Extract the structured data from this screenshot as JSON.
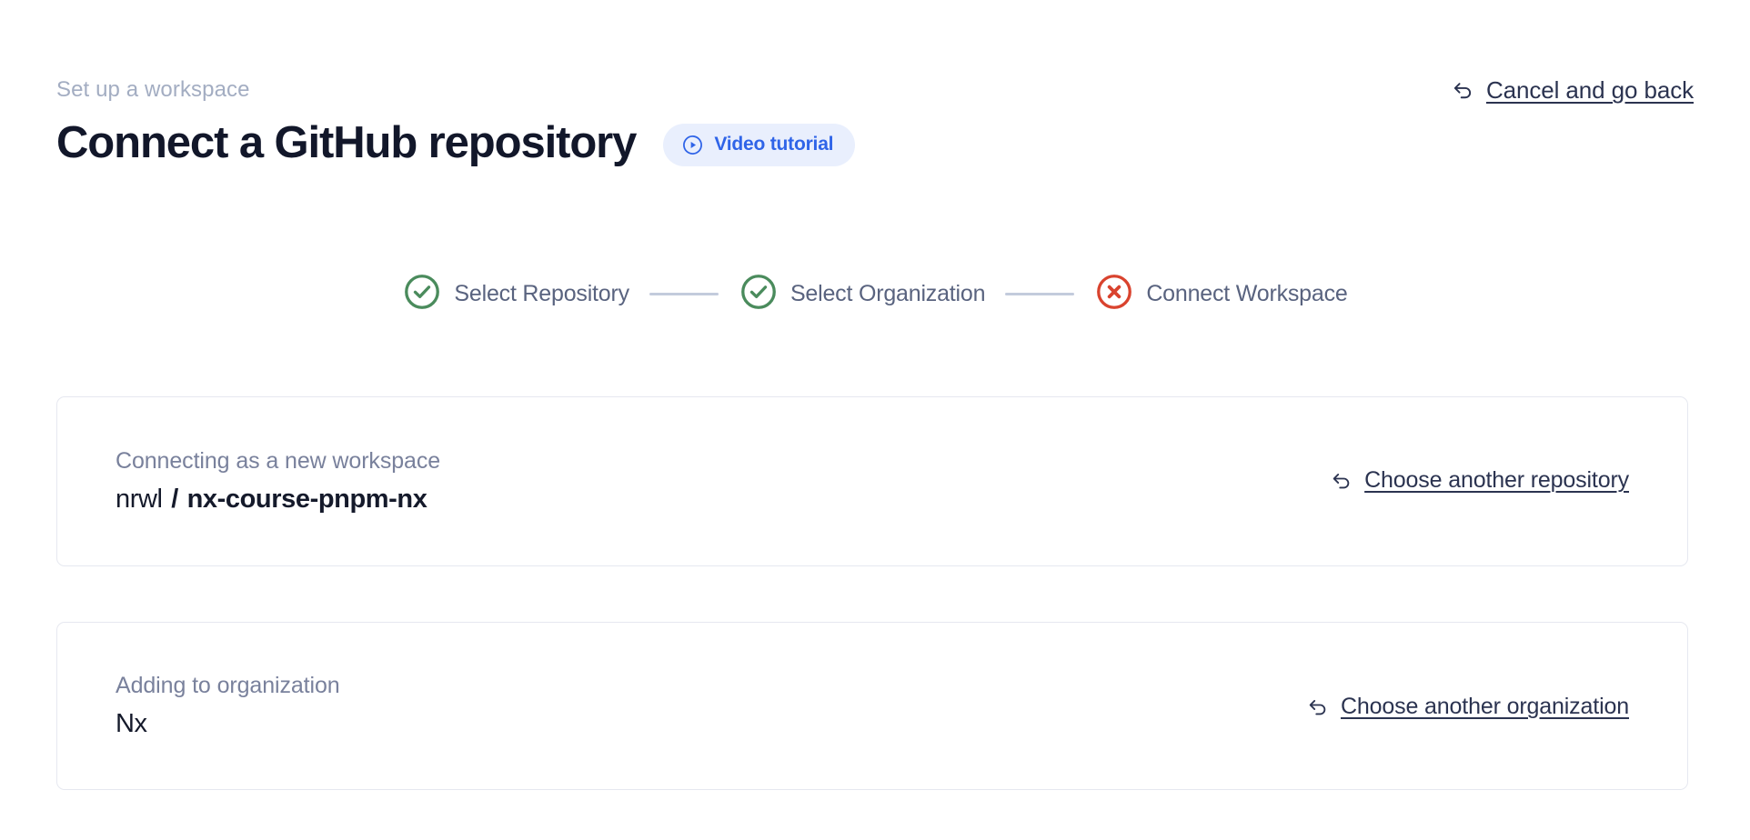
{
  "header": {
    "eyebrow": "Set up a workspace",
    "title": "Connect a GitHub repository",
    "video_badge": {
      "label": "Video tutorial",
      "icon": "play-circle-icon",
      "color": "#2f64e8",
      "background": "#e9effd"
    },
    "cancel_link": {
      "label": "Cancel and go back",
      "icon": "undo-arrow-icon"
    }
  },
  "stepper": {
    "steps": [
      {
        "label": "Select Repository",
        "state": "complete",
        "icon": "check-circle-icon",
        "color": "#4a8b5c"
      },
      {
        "label": "Select Organization",
        "state": "complete",
        "icon": "check-circle-icon",
        "color": "#4a8b5c"
      },
      {
        "label": "Connect Workspace",
        "state": "error",
        "icon": "x-circle-icon",
        "color": "#d9432e"
      }
    ],
    "connector_color": "#c3cbdc"
  },
  "cards": [
    {
      "name": "repository",
      "label": "Connecting as a new workspace",
      "owner": "nrwl",
      "separator": "/",
      "repo": "nx-course-pnpm-nx",
      "link": {
        "label": "Choose another repository",
        "icon": "undo-arrow-icon"
      }
    },
    {
      "name": "organization",
      "label": "Adding to organization",
      "value": "Nx",
      "link": {
        "label": "Choose another organization",
        "icon": "undo-arrow-icon"
      }
    }
  ]
}
